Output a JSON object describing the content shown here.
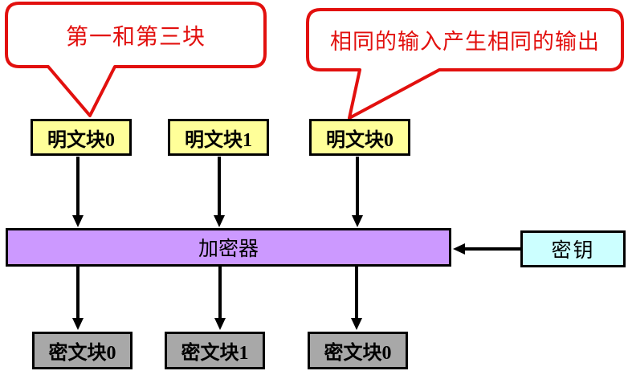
{
  "callouts": [
    {
      "text": "第一和第三块"
    },
    {
      "text": "相同的输入产生相同的输出"
    }
  ],
  "plaintext_blocks": [
    {
      "label": "明文块0"
    },
    {
      "label": "明文块1"
    },
    {
      "label": "明文块0"
    }
  ],
  "encryptor": {
    "label": "加密器"
  },
  "key": {
    "label": "密钥"
  },
  "ciphertext_blocks": [
    {
      "label": "密文块0"
    },
    {
      "label": "密文块1"
    },
    {
      "label": "密文块0"
    }
  ],
  "colors": {
    "callout_outline": "#e2100e",
    "callout_text": "#e2100e",
    "plaintext_fill": "#ffff99",
    "encryptor_fill": "#cc99ff",
    "key_fill": "#ccffff",
    "ciphertext_fill": "#a8a8a8",
    "arrow": "#000000",
    "border": "#000000",
    "background": "#ffffff"
  }
}
